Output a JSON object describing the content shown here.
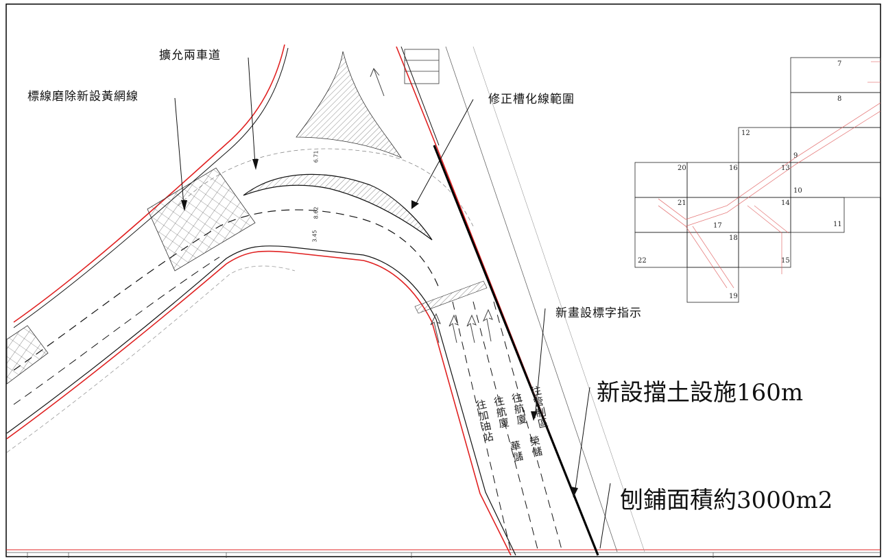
{
  "annotations": {
    "expand_lanes": "擴允兩車道",
    "marking_removal": "標線磨除新設黃網線",
    "channelization_fix": "修正槽化線範圍",
    "new_marking_text": "新畫設標字指示",
    "retaining_wall": "新設擋土設施160m",
    "paving_area": "刨鋪面積約3000m2"
  },
  "dimensions": {
    "d1": "6.71",
    "d2": "8.62",
    "d3": "3.45"
  },
  "lane_labels": [
    "往加油站",
    "往航廈",
    "往航廈",
    "往管制區"
  ],
  "lane_labels_lower": [
    "華儲",
    "榮儲"
  ],
  "keymap": {
    "cells": [
      "7",
      "8",
      "12",
      "9",
      "20",
      "16",
      "13",
      "10",
      "21",
      "14",
      "17",
      "11",
      "18",
      "22",
      "15",
      "19"
    ]
  },
  "colors": {
    "red_line": "#e02020",
    "black_line": "#111111",
    "border": "#000000"
  }
}
